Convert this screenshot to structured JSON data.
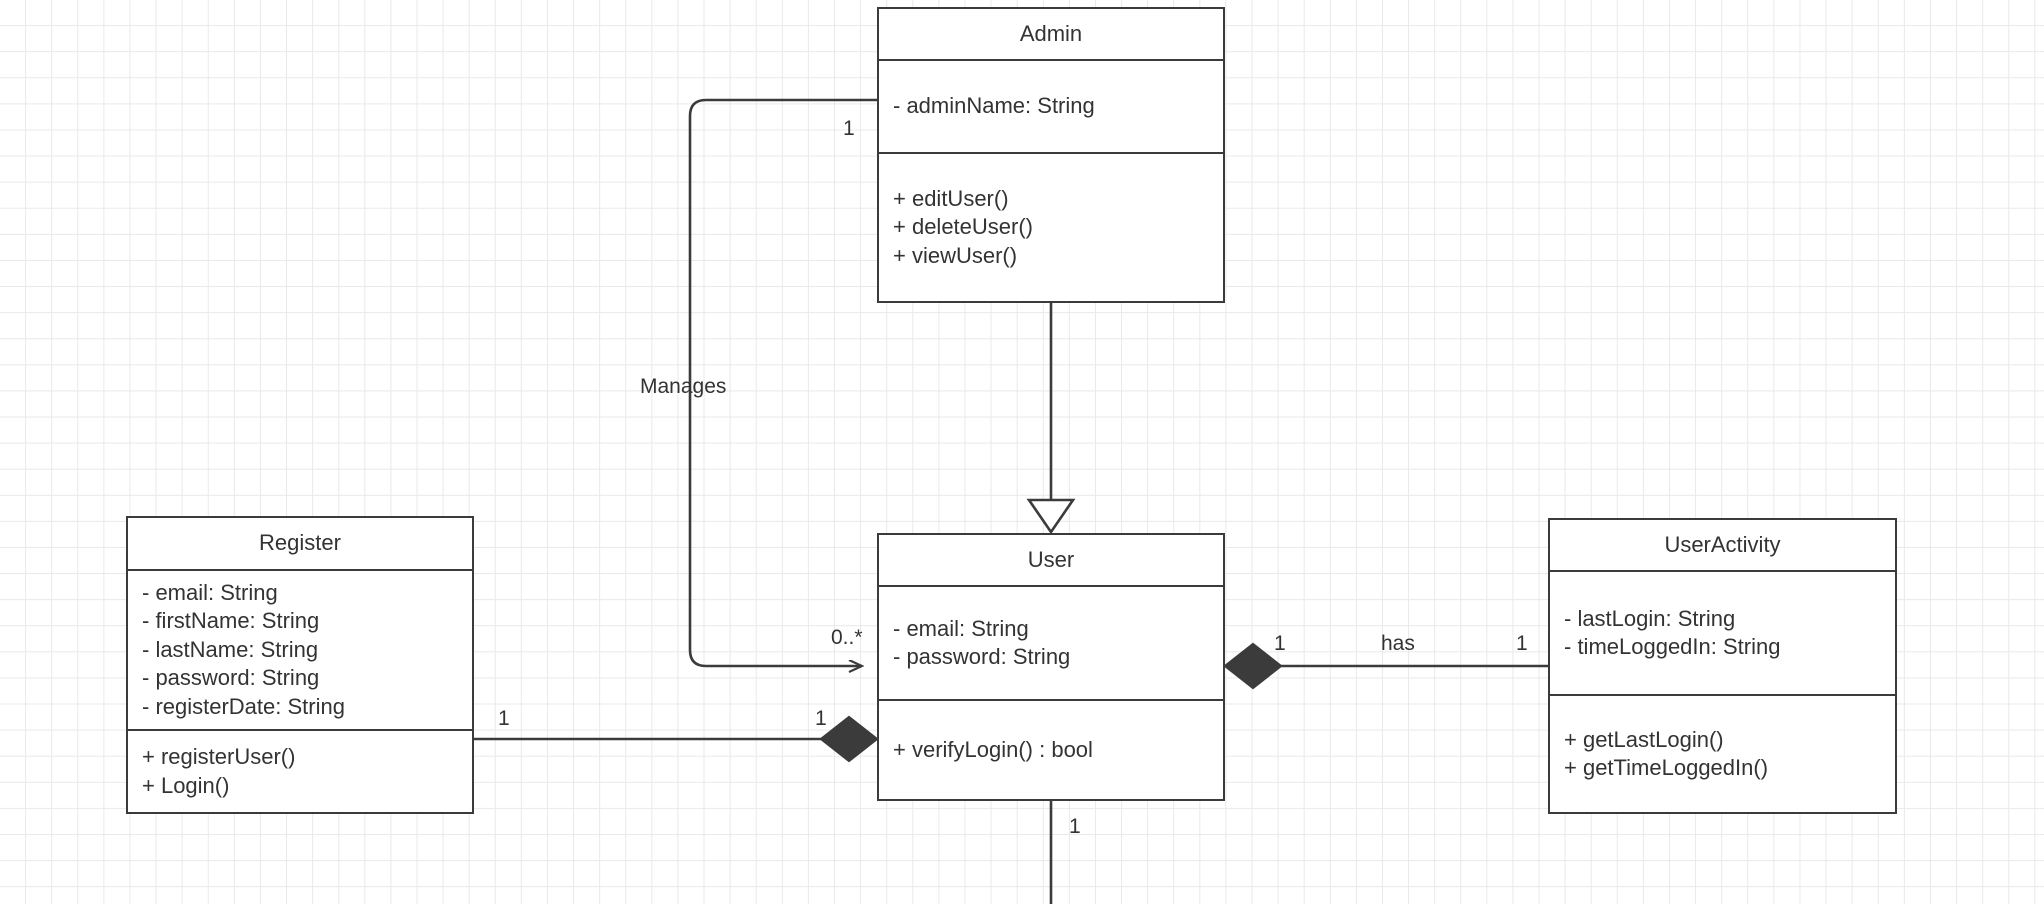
{
  "diagram": {
    "kind": "uml-class-diagram",
    "background": "#ffffff",
    "grid_color": "#e9e9e9",
    "stroke_color": "#3b3b3b",
    "text_color": "#333333"
  },
  "classes": {
    "admin": {
      "name": "Admin",
      "attributes": [
        "- adminName: String"
      ],
      "methods": [
        "+ editUser()",
        "+ deleteUser()",
        "+ viewUser()"
      ]
    },
    "register": {
      "name": "Register",
      "attributes": [
        "- email: String",
        "- firstName: String",
        "- lastName: String",
        "- password: String",
        "- registerDate: String"
      ],
      "methods": [
        "+ registerUser()",
        "+ Login()"
      ]
    },
    "user": {
      "name": "User",
      "attributes": [
        "- email: String",
        "- password: String"
      ],
      "methods": [
        "+ verifyLogin() : bool"
      ]
    },
    "user_activity": {
      "name": "UserActivity",
      "attributes": [
        "- lastLogin: String",
        "- timeLoggedIn: String"
      ],
      "methods": [
        "+ getLastLogin()",
        "+ getTimeLoggedIn()"
      ]
    }
  },
  "relationships": {
    "manages": {
      "label": "Manages",
      "source_multiplicity": "1",
      "target_multiplicity": "0..*"
    },
    "admin_inherits_user": {
      "label": ""
    },
    "register_user": {
      "label": "",
      "source_multiplicity": "1",
      "target_multiplicity": "1"
    },
    "user_has_activity": {
      "label": "has",
      "source_multiplicity": "1",
      "target_multiplicity": "1"
    },
    "user_bottom": {
      "source_multiplicity": "1"
    }
  }
}
